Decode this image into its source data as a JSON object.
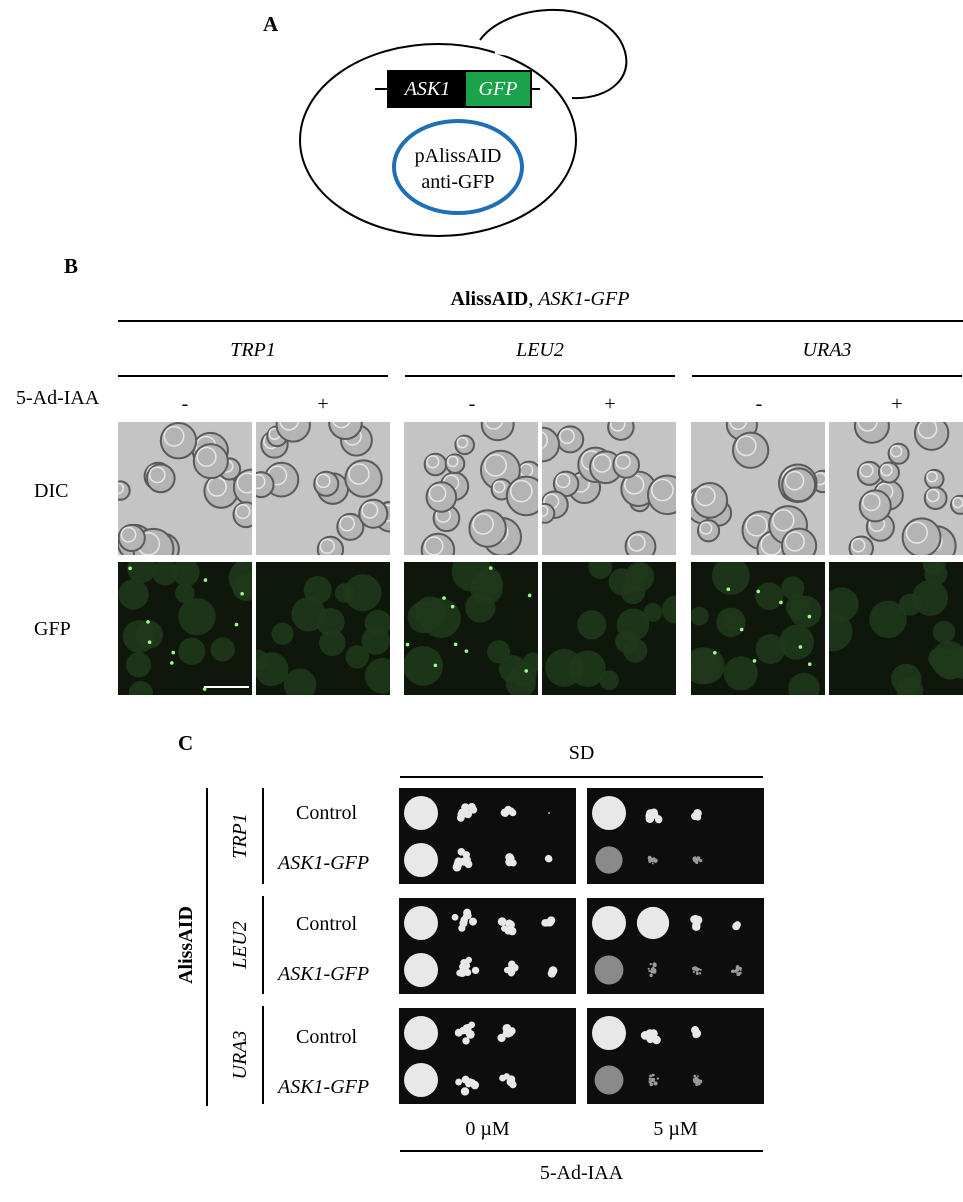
{
  "panel_a": {
    "letter": "A",
    "gene_box": {
      "left_label": "ASK1",
      "right_label": "GFP",
      "left_color": "#000000",
      "right_color": "#1aa34a"
    },
    "plasmid": {
      "line1": "pAlissAID",
      "line2": "anti-GFP",
      "ring_color": "#1e6fb5"
    }
  },
  "panel_b": {
    "letter": "B",
    "title_bold": "AlissAID",
    "title_sep": ", ",
    "title_italic": "ASK1-GFP",
    "treatment_label": "5-Ad-IAA",
    "groups": [
      {
        "name": "TRP1",
        "minus": "-",
        "plus": "+"
      },
      {
        "name": "LEU2",
        "minus": "-",
        "plus": "+"
      },
      {
        "name": "URA3",
        "minus": "-",
        "plus": "+"
      }
    ],
    "row_labels": {
      "dic": "DIC",
      "gfp": "GFP"
    }
  },
  "panel_c": {
    "letter": "C",
    "medium": "SD",
    "strain_label": "AlissAID",
    "markers": [
      "TRP1",
      "LEU2",
      "URA3"
    ],
    "row_labels": {
      "control": "Control",
      "ask1": "ASK1-GFP"
    },
    "concentrations": [
      "0 µM",
      "5 µM"
    ],
    "treatment_label": "5-Ad-IAA"
  },
  "colors": {
    "gfp_bg": "#0f170c",
    "gfp_dot": "#9cff8a",
    "dic_bg": "#c4c4c4",
    "plate_bg": "#0d0d0d",
    "colony": "#e8e8e8"
  }
}
